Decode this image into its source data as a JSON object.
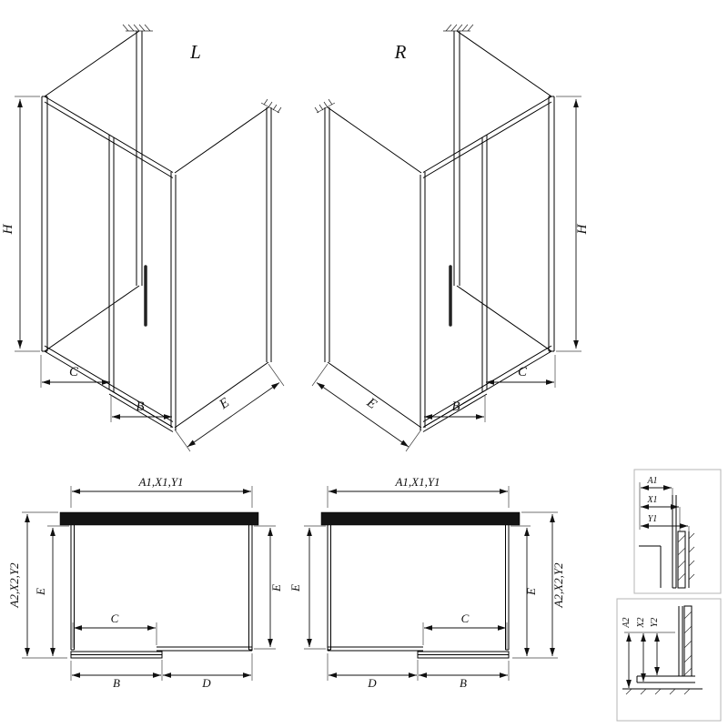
{
  "drawing": {
    "iso_left": {
      "label": "L",
      "h": "H",
      "c": "C",
      "b": "B",
      "e": "E"
    },
    "iso_right": {
      "label": "R",
      "h": "H",
      "c": "C",
      "b": "B",
      "e": "E"
    },
    "plan_left": {
      "width": "A1,X1,Y1",
      "depth_total": "A2,X2,Y2",
      "e_left": "E",
      "e_right": "E",
      "c": "C",
      "b": "B",
      "d": "D"
    },
    "plan_right": {
      "width": "A1,X1,Y1",
      "depth_total": "A2,X2,Y2",
      "e_left": "E",
      "e_right": "E",
      "c": "C",
      "b": "B",
      "d": "D"
    },
    "detail_width": {
      "a": "A1",
      "x": "X1",
      "y": "Y1"
    },
    "detail_depth": {
      "a": "A2",
      "x": "X2",
      "y": "Y2"
    }
  }
}
